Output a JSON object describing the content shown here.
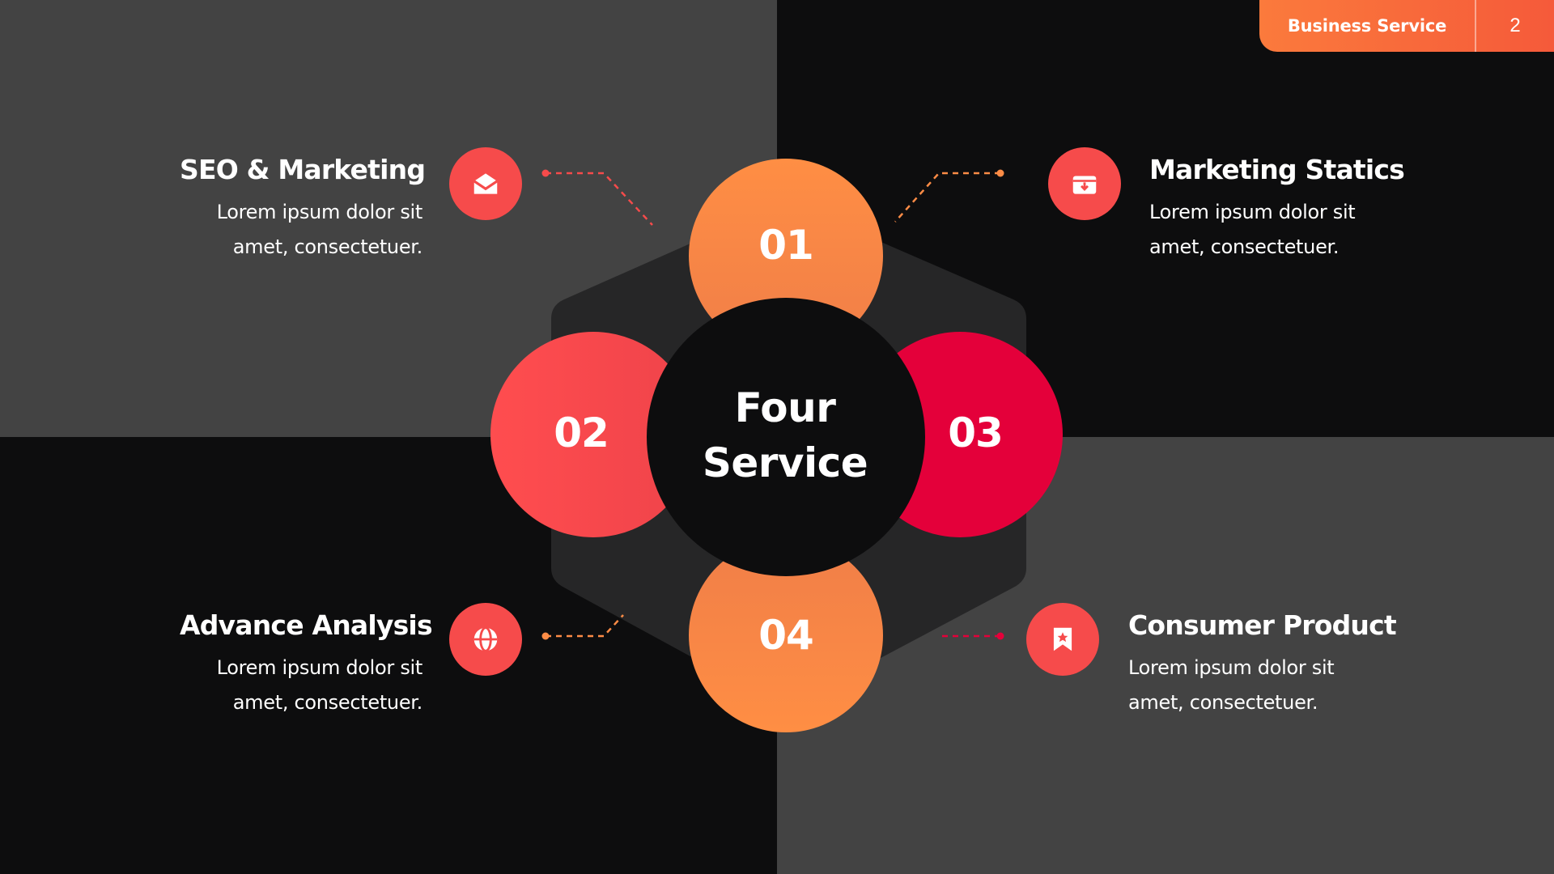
{
  "header": {
    "title": "Business Service",
    "page_number": "2"
  },
  "center": {
    "line1": "Four",
    "line2": "Service"
  },
  "petals": [
    {
      "number": "01",
      "color": "#fd8c46"
    },
    {
      "number": "02",
      "color": "#f94a4f"
    },
    {
      "number": "03",
      "color": "#e4003a"
    },
    {
      "number": "04",
      "color": "#fd8c46"
    }
  ],
  "items": [
    {
      "title": "SEO & Marketing",
      "desc_line1": "Lorem ipsum dolor sit",
      "desc_line2": "amet, consectetuer.",
      "icon": "envelope-icon"
    },
    {
      "title": "Marketing Statics",
      "desc_line1": "Lorem ipsum dolor sit",
      "desc_line2": "amet, consectetuer.",
      "icon": "archive-box-icon"
    },
    {
      "title": "Advance Analysis",
      "desc_line1": "Lorem ipsum dolor sit",
      "desc_line2": "amet, consectetuer.",
      "icon": "globe-icon"
    },
    {
      "title": "Consumer Product",
      "desc_line1": "Lorem ipsum dolor sit",
      "desc_line2": "amet, consectetuer.",
      "icon": "bookmark-star-icon"
    }
  ],
  "colors": {
    "accent_orange": "#fd8c46",
    "accent_red": "#f94a4f",
    "accent_crimson": "#e4003a",
    "panel_dark": "#0d0d0e",
    "panel_grey": "#434343"
  }
}
